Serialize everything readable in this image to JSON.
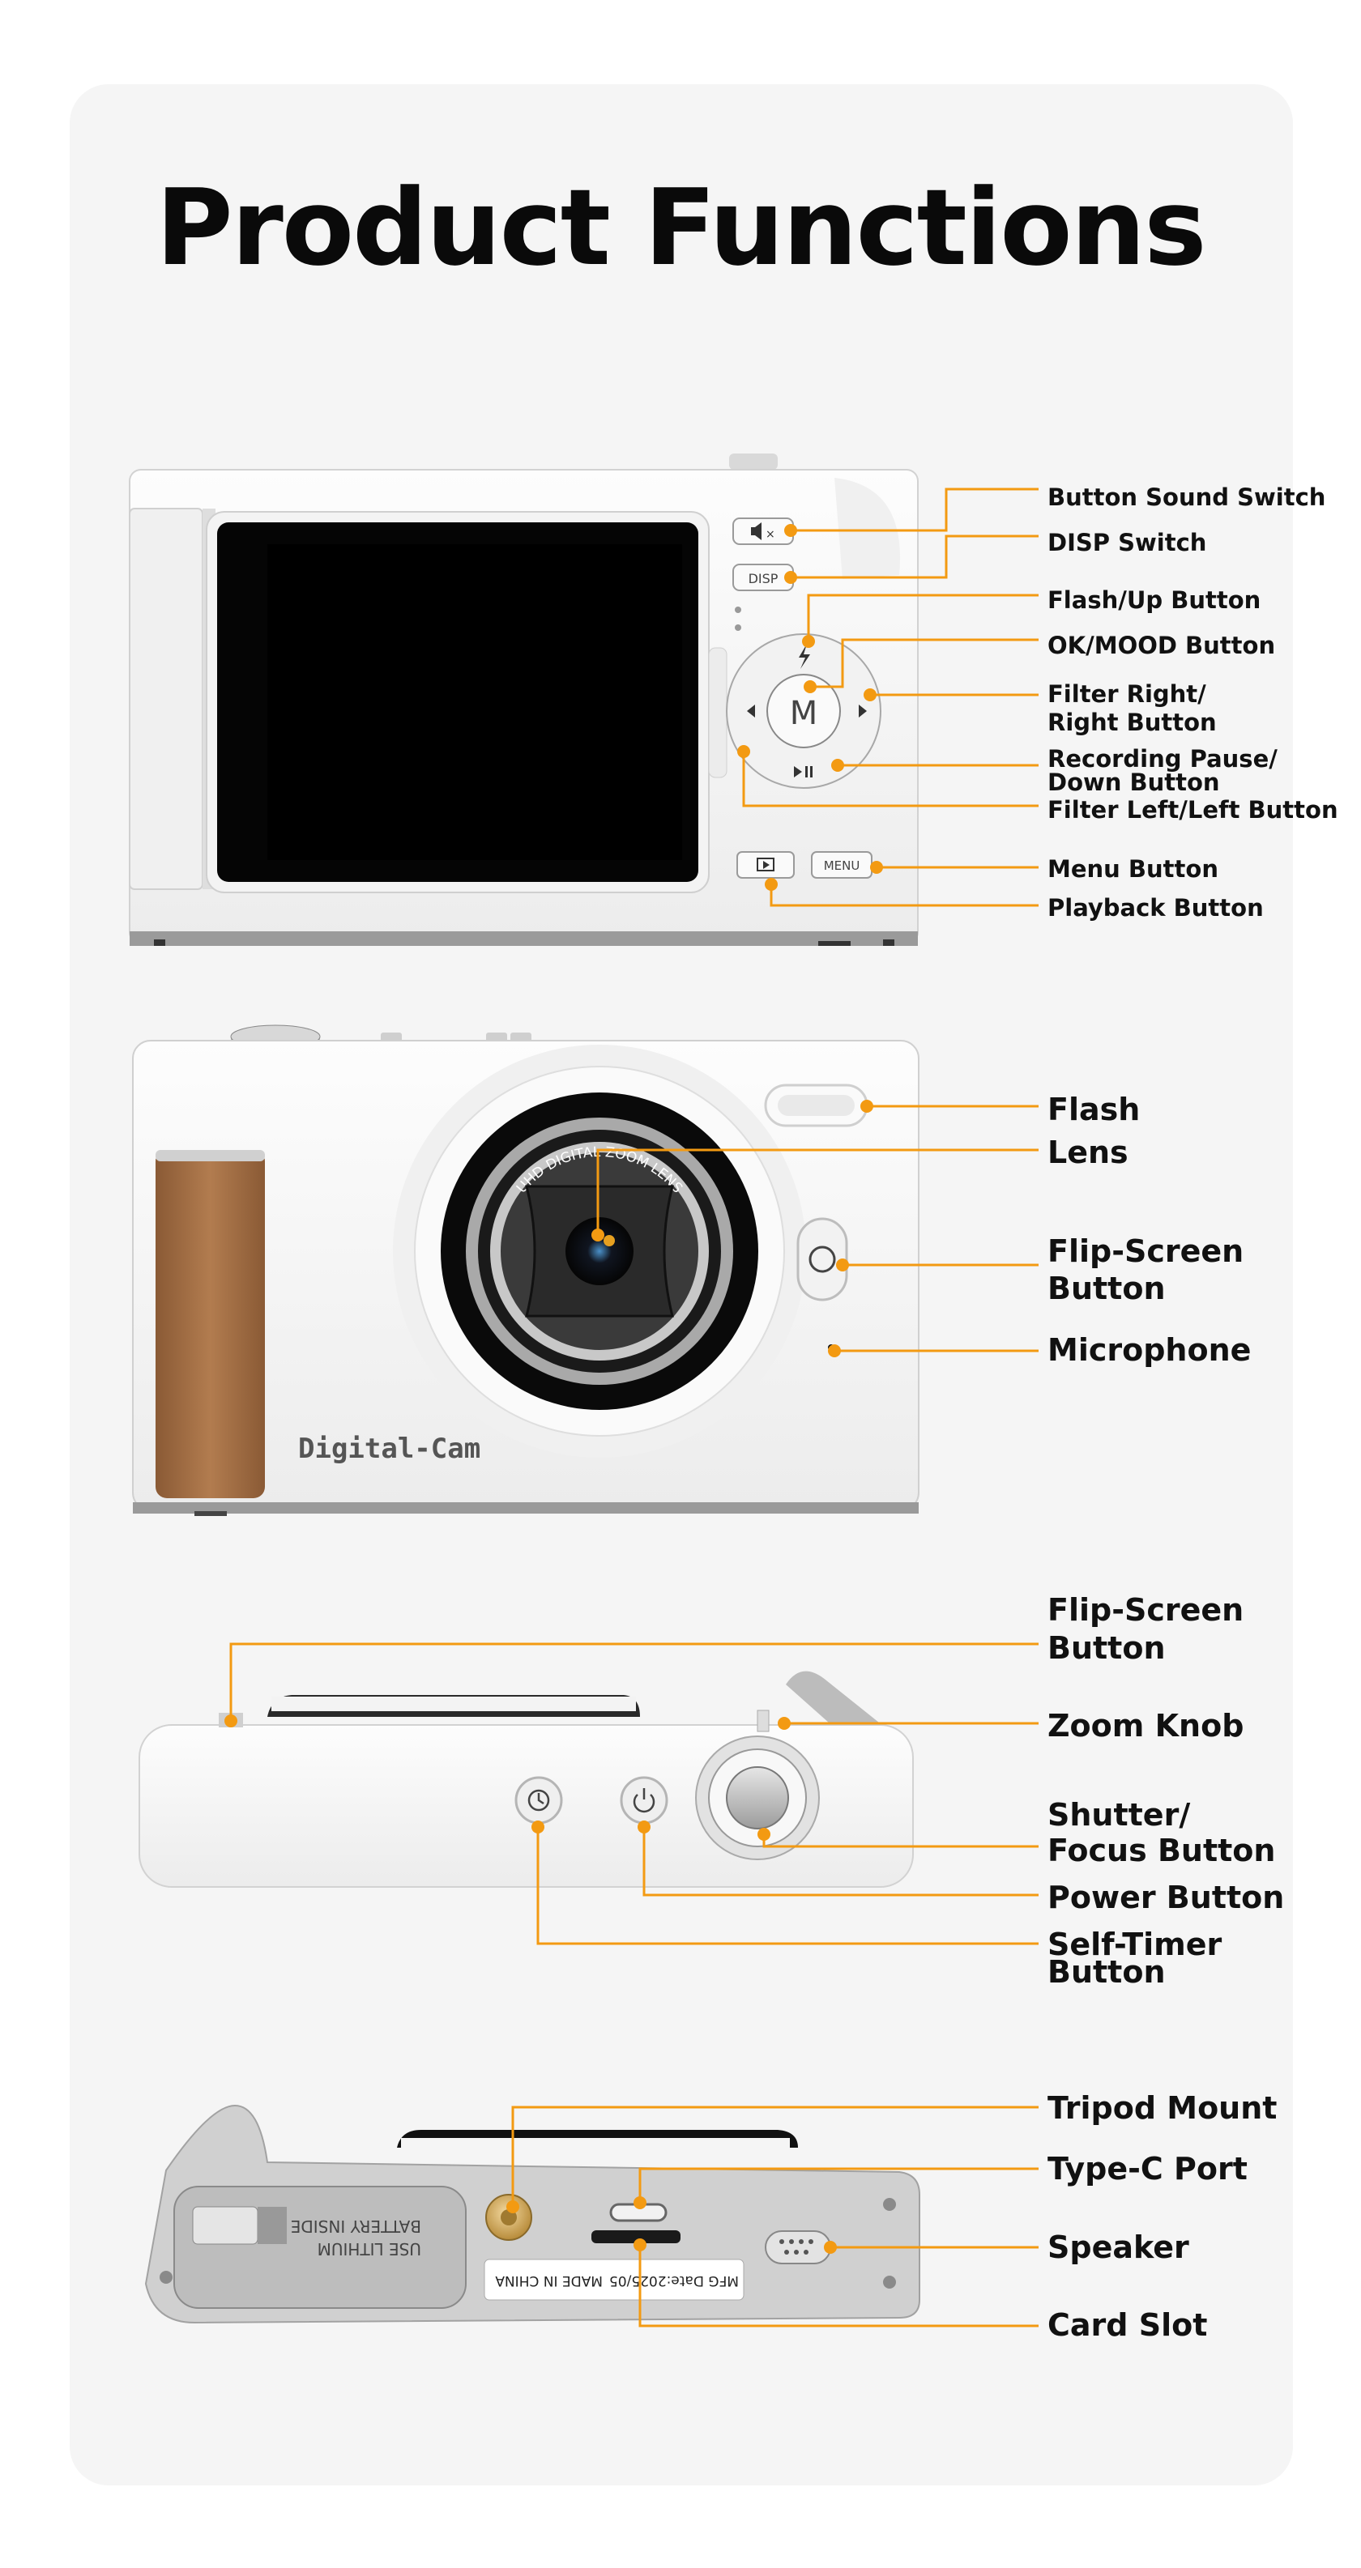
{
  "title": "Product Functions",
  "colors": {
    "accent": "#f39a12",
    "body": "#f7f7f7",
    "background": "#f5f5f5"
  },
  "back_view": {
    "disp_text": "DISP",
    "m_text": "M",
    "menu_text": "MENU",
    "labels": {
      "button_sound_switch": "Button Sound Switch",
      "disp_switch": "DISP Switch",
      "flash_up": "Flash/Up Button",
      "ok_mood": "OK/MOOD Button",
      "filter_right_1": "Filter Right/",
      "filter_right_2": "Right Button",
      "recording_pause_1": "Recording Pause/",
      "recording_pause_2": "Down Button",
      "filter_left": "Filter Left/Left Button",
      "menu_button": "Menu Button",
      "playback_button": "Playback Button"
    }
  },
  "front_view": {
    "brand": "Digital-Cam",
    "lens_text": "UHD DIGITAL ZOOM LENS",
    "labels": {
      "flash": "Flash",
      "lens": "Lens",
      "flip_screen_1": "Flip-Screen",
      "flip_screen_2": "Button",
      "microphone": "Microphone"
    }
  },
  "top_view": {
    "labels": {
      "flip_screen_1": "Flip-Screen",
      "flip_screen_2": "Button",
      "zoom_knob": "Zoom Knob",
      "shutter_1": "Shutter/",
      "shutter_2": "Focus Button",
      "power": "Power Button",
      "self_timer_1": "Self-Timer",
      "self_timer_2": "Button"
    }
  },
  "bottom_view": {
    "battery_text_1": "BATTERY INSIDE",
    "battery_text_2": "USE LITHIUM",
    "sticker_text_1": "MFG Date:2025/05",
    "sticker_text_2": "MADE IN CHINA",
    "labels": {
      "tripod_mount": "Tripod Mount",
      "type_c_port": "Type-C Port",
      "speaker": "Speaker",
      "card_slot": "Card Slot"
    }
  }
}
